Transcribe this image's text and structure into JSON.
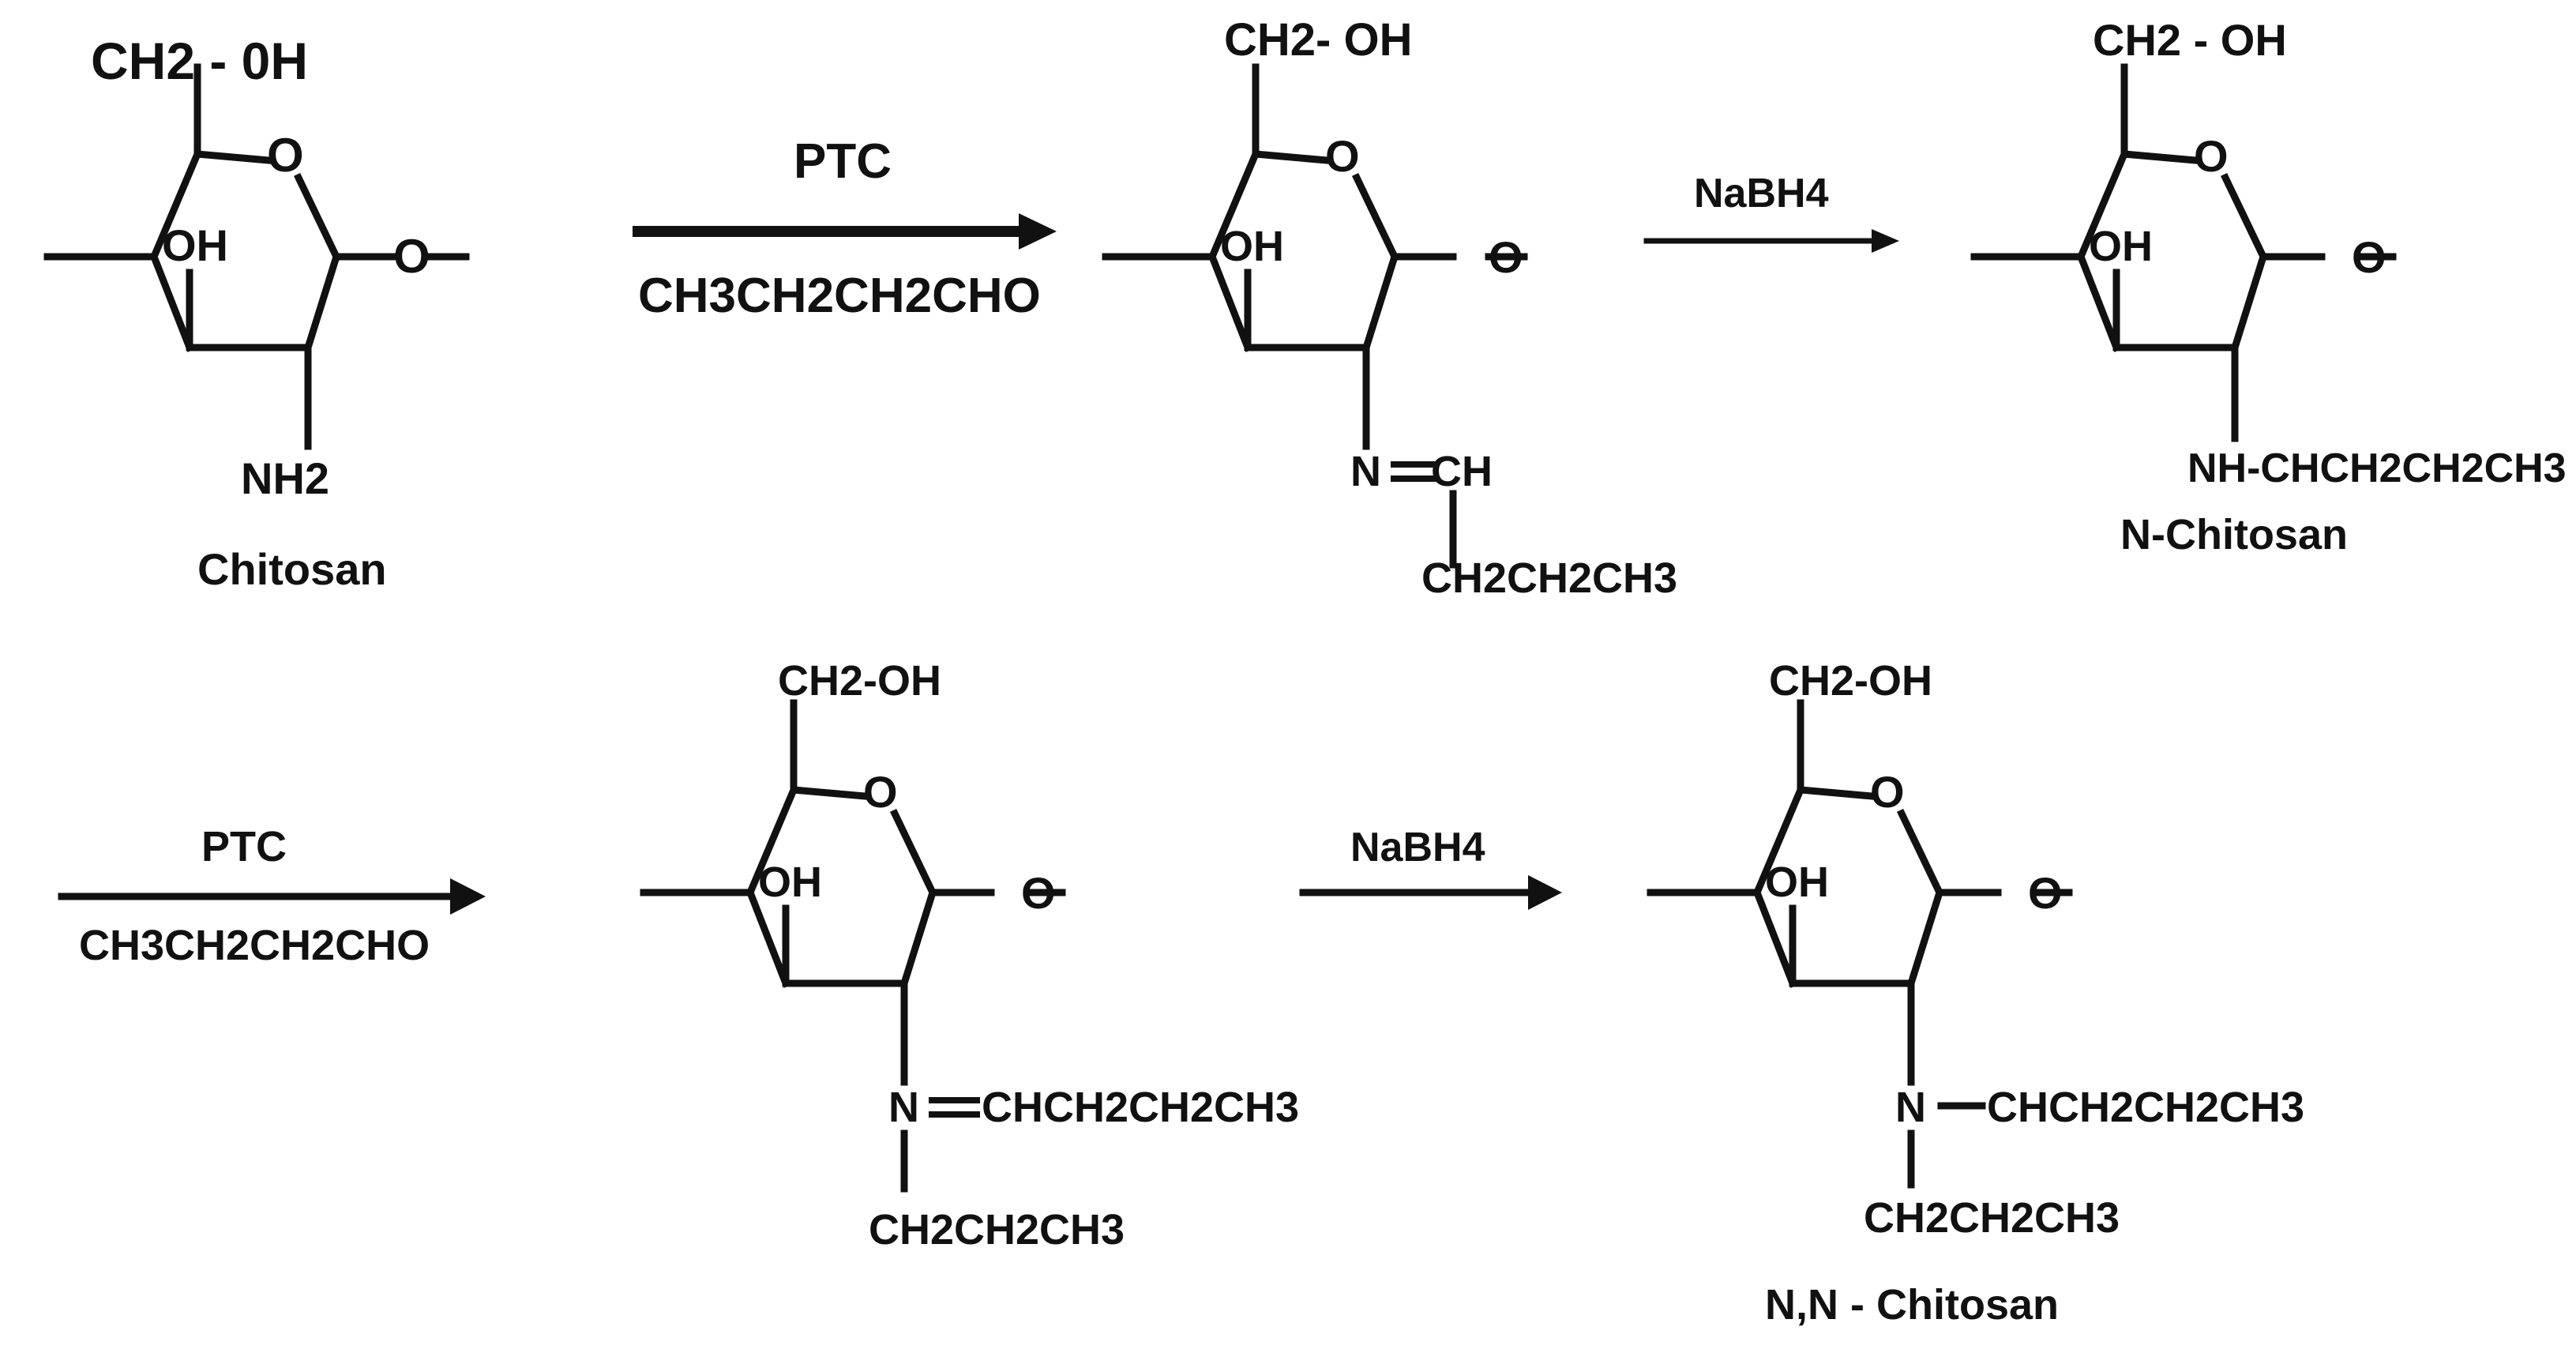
{
  "colors": {
    "background": "#ffffff",
    "ink": "#111111"
  },
  "structures": {
    "chitosan": {
      "top_group": "CH2 - 0H",
      "hydroxyl": "OH",
      "ring_oxygen": "O",
      "glycosidic_oxygen": "O",
      "amine": "NH2",
      "name": "Chitosan"
    },
    "imine_1": {
      "top_group": "CH2- OH",
      "hydroxyl": "OH",
      "ring_oxygen": "O",
      "glycosidic_oxygen": "O",
      "imine_n": "N",
      "imine_ch": "CH",
      "chain": "CH2CH2CH3"
    },
    "n_chitosan": {
      "top_group": "CH2 - OH",
      "hydroxyl": "OH",
      "ring_oxygen": "O",
      "glycosidic_oxygen": "O",
      "substituent": "NH-CHCH2CH2CH3",
      "name": "N-Chitosan"
    },
    "imine_2": {
      "top_group": "CH2-OH",
      "hydroxyl": "OH",
      "ring_oxygen": "O",
      "glycosidic_oxygen": "O",
      "imine_n": "N",
      "imine_chain": "CHCH2CH2CH3",
      "chain": "CH2CH2CH3"
    },
    "nn_chitosan": {
      "top_group": "CH2-OH",
      "hydroxyl": "OH",
      "ring_oxygen": "O",
      "glycosidic_oxygen": "O",
      "amine_n": "N",
      "amine_chain": "CHCH2CH2CH3",
      "chain": "CH2CH2CH3",
      "name": "N,N - Chitosan"
    }
  },
  "reactions": {
    "step1": {
      "catalyst": "PTC",
      "reagent": "CH3CH2CH2CHO"
    },
    "step2": {
      "reagent": "NaBH4"
    },
    "step3": {
      "catalyst": "PTC",
      "reagent": "CH3CH2CH2CHO"
    },
    "step4": {
      "reagent": "NaBH4"
    }
  }
}
